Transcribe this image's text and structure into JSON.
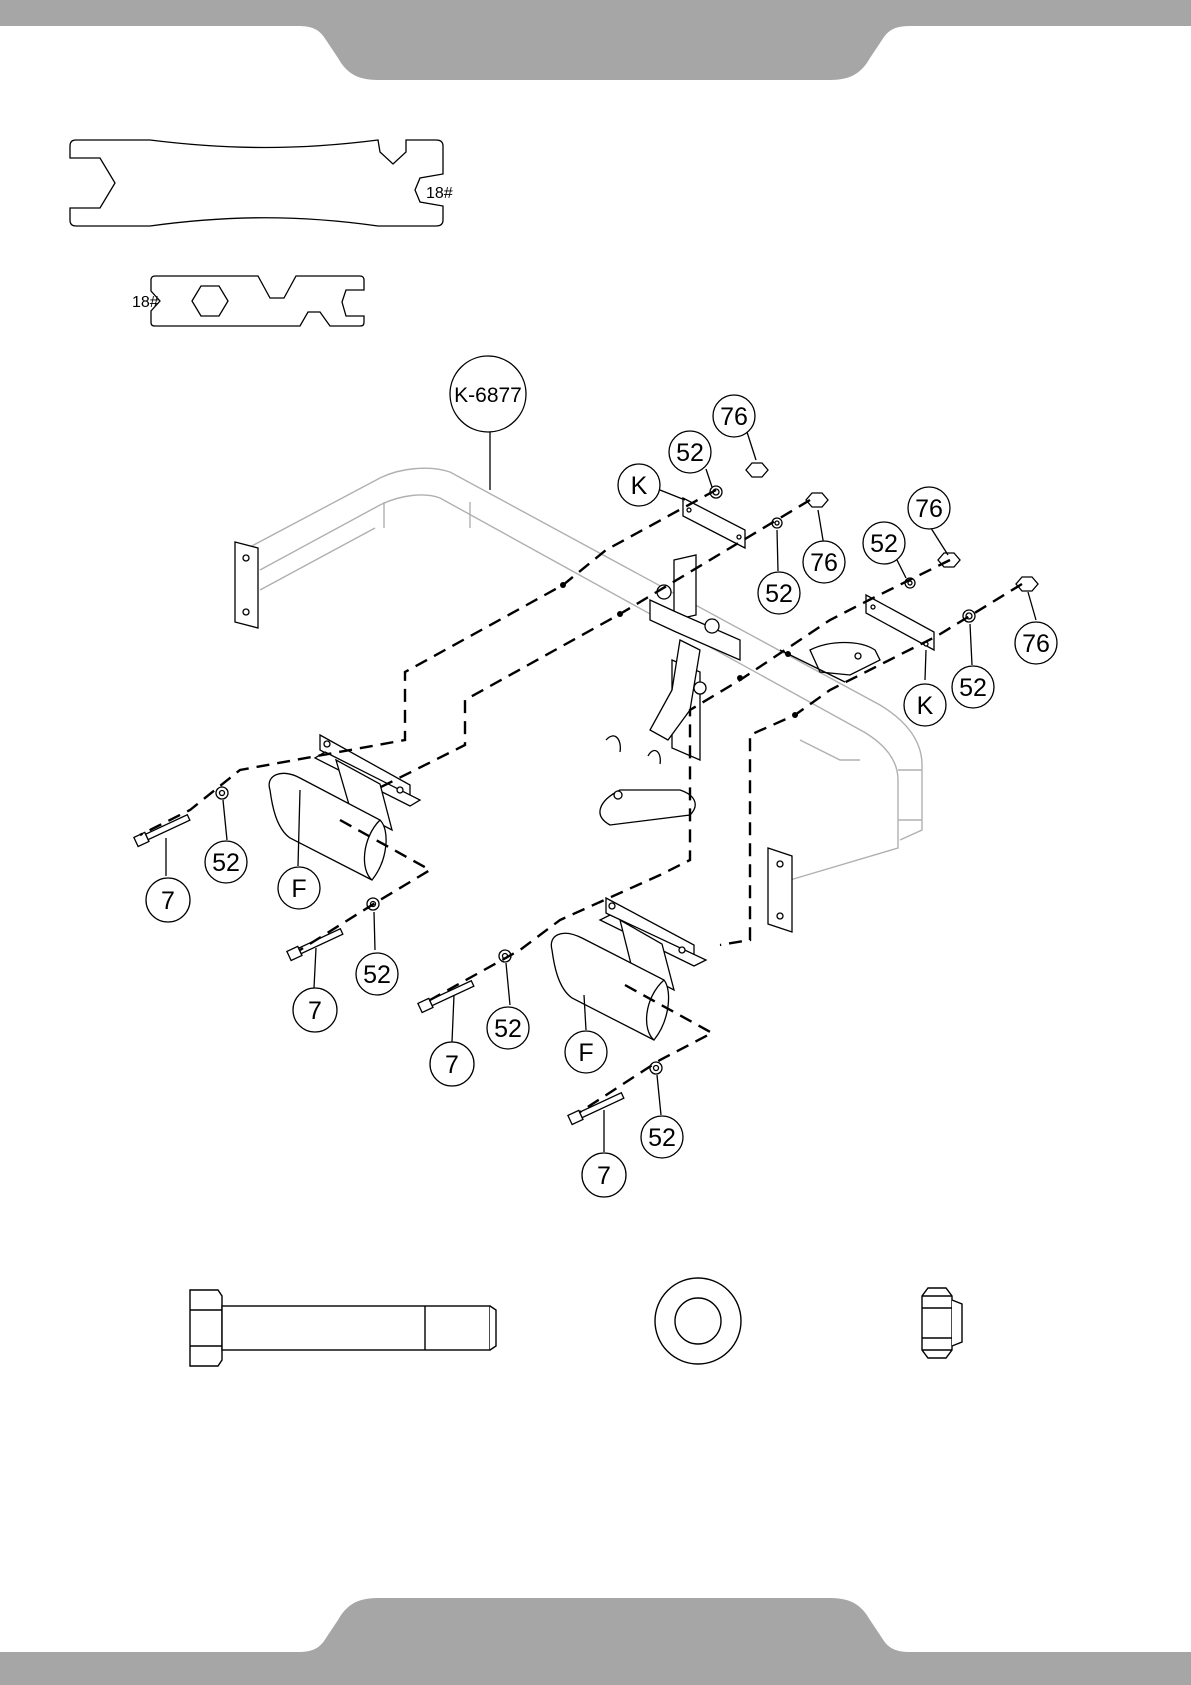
{
  "page": {
    "frame_color": "#a6a6a6",
    "line_color": "#000000",
    "part_fill": "#ffffff",
    "ghost_line_color": "#b0b0b0"
  },
  "tools": {
    "large_wrench": {
      "size_label": "18#",
      "icon": "open-end-wrench-icon"
    },
    "small_wrench": {
      "size_label": "18#",
      "icon": "multi-hex-wrench-icon"
    }
  },
  "assembly": {
    "main_frame_label": "K-6877",
    "callouts": [
      {
        "id": "c76a",
        "text": "76"
      },
      {
        "id": "c52a",
        "text": "52"
      },
      {
        "id": "cKa",
        "text": "K"
      },
      {
        "id": "c76b",
        "text": "76"
      },
      {
        "id": "c52b",
        "text": "52"
      },
      {
        "id": "c76c",
        "text": "76"
      },
      {
        "id": "c52c",
        "text": "52"
      },
      {
        "id": "c76d",
        "text": "76"
      },
      {
        "id": "c52d",
        "text": "52"
      },
      {
        "id": "cKb",
        "text": "K"
      },
      {
        "id": "c52e",
        "text": "52"
      },
      {
        "id": "c7a",
        "text": "7"
      },
      {
        "id": "cFa",
        "text": "F"
      },
      {
        "id": "c52f",
        "text": "52"
      },
      {
        "id": "c7b",
        "text": "7"
      },
      {
        "id": "c52g",
        "text": "52"
      },
      {
        "id": "c7c",
        "text": "7"
      },
      {
        "id": "cFb",
        "text": "F"
      },
      {
        "id": "c52h",
        "text": "52"
      },
      {
        "id": "c7d",
        "text": "7"
      }
    ]
  },
  "hardware_reference": [
    {
      "name": "hex-bolt",
      "icon": "hex-bolt-icon"
    },
    {
      "name": "flat-washer",
      "icon": "flat-washer-icon"
    },
    {
      "name": "nylon-lock-nut",
      "icon": "lock-nut-icon"
    }
  ]
}
